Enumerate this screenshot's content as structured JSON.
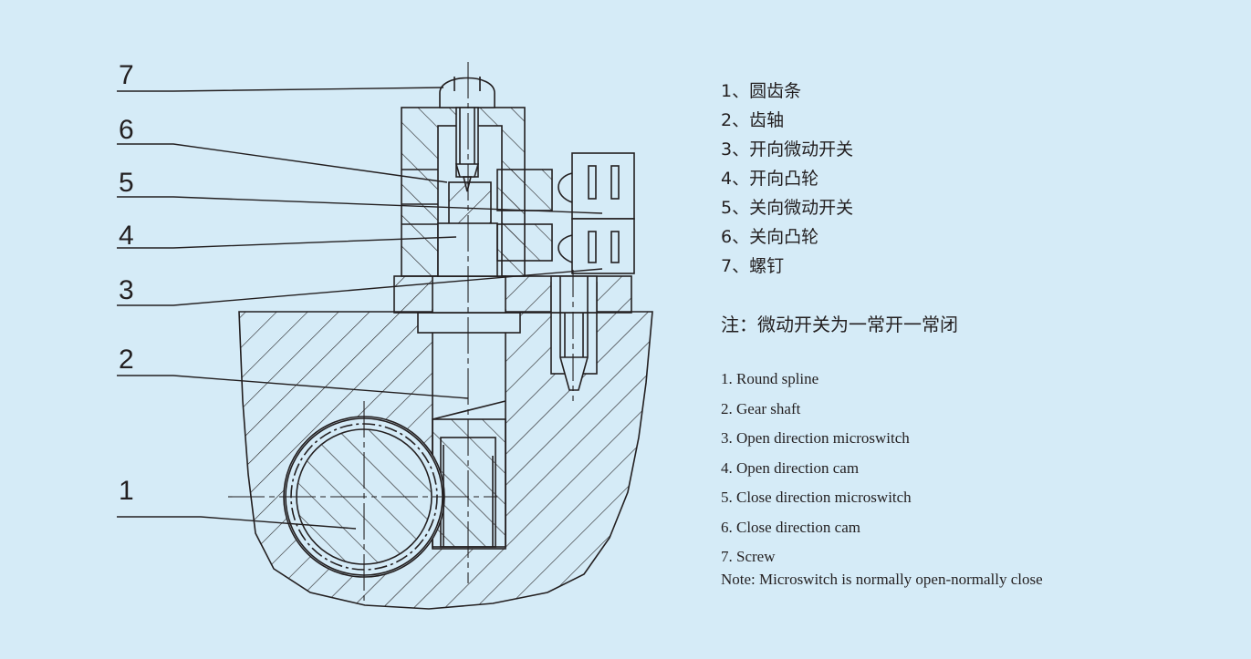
{
  "callouts": [
    "7",
    "6",
    "5",
    "4",
    "3",
    "2",
    "1"
  ],
  "legend_zh": [
    "1、圆齿条",
    "2、齿轴",
    "3、开向微动开关",
    "4、开向凸轮",
    "5、关向微动开关",
    "6、关向凸轮",
    "7、螺钉"
  ],
  "note_zh": "注：微动开关为一常开一常闭",
  "legend_en": [
    "1. Round spline",
    "2. Gear shaft",
    "3. Open direction microswitch",
    "4. Open direction cam",
    "5. Close direction microswitch",
    "6. Close direction cam",
    "7. Screw"
  ],
  "note_en": "Note:  Microswitch is normally open-normally close",
  "colors": {
    "background": "#d5ebf7",
    "ink": "#231f20"
  }
}
